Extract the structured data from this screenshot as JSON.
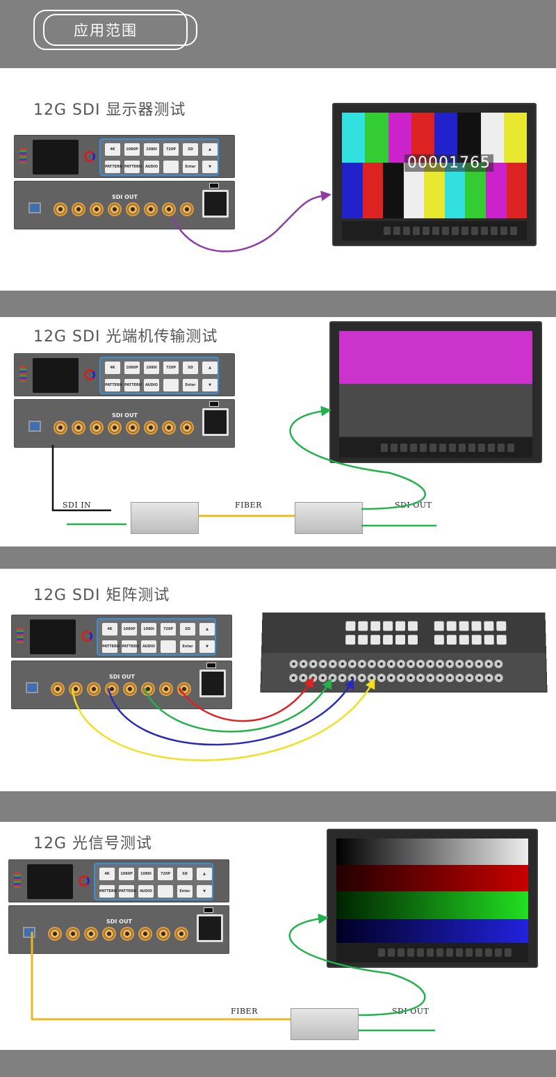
{
  "header": {
    "label": "应用范围"
  },
  "sections": [
    {
      "title": "12G SDI 显示器测试"
    },
    {
      "title": "12G SDI 光端机传输测试",
      "sdi_in": "SDI IN",
      "fiber": "FIBER",
      "sdi_out": "SDI OUT"
    },
    {
      "title": "12G SDI 矩阵测试"
    },
    {
      "title": "12G 光信号测试",
      "fiber": "FIBER",
      "sdi_out": "SDI OUT"
    }
  ],
  "generator": {
    "sdi_out_label": "SDI OUT",
    "keys_row1": [
      "4K",
      "1080P",
      "1080I",
      "720P",
      "SD",
      "▲"
    ],
    "keys_row2": [
      "PATTERN",
      "PATTERN",
      "AUDIO",
      "",
      "Enter",
      "▼"
    ]
  },
  "monitor1": {
    "counter": "00001765"
  },
  "colors": {
    "band": "#808080",
    "cable_purple": "#8e3aa6",
    "cable_green": "#22b14c",
    "cable_red": "#e02020",
    "cable_blue": "#2a2ab8",
    "cable_yellow": "#f0e020",
    "cable_black": "#111111",
    "fiber_yellow": "#e8b820"
  }
}
